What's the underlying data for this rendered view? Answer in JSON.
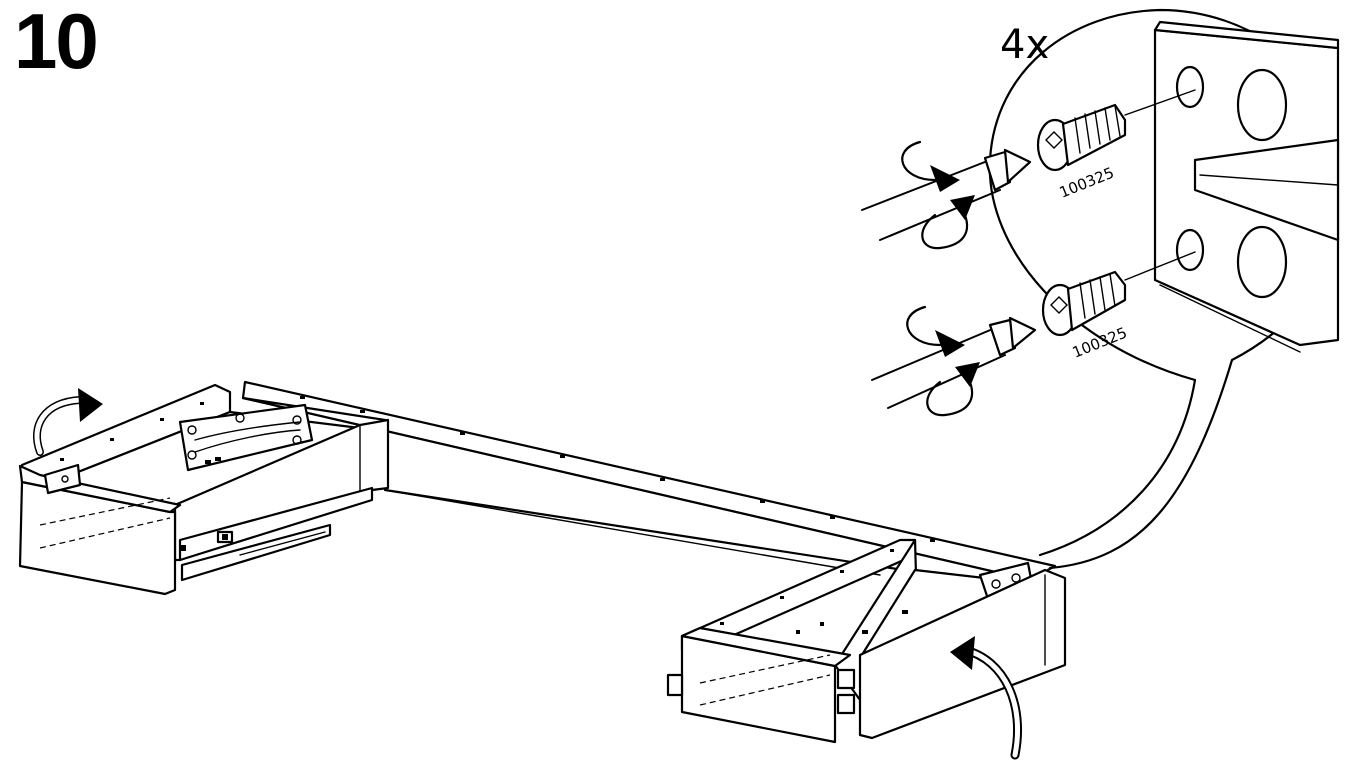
{
  "step": {
    "number": "10"
  },
  "callout": {
    "quantity": "4x",
    "screws": [
      {
        "part_code": "100325"
      },
      {
        "part_code": "100325"
      }
    ]
  }
}
